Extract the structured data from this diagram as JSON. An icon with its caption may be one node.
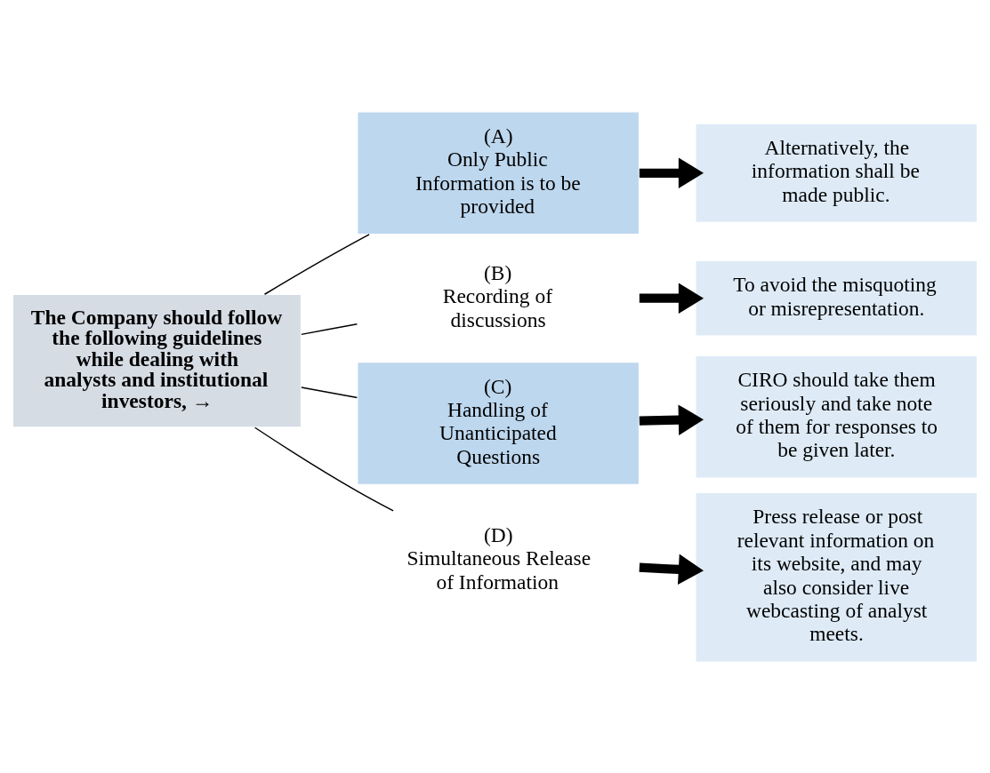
{
  "diagram": {
    "nodes": [
      {
        "text": [
          "The Company should follow the following guidelines while dealing with analysts and institutional investors, →"
        ]
      },
      {
        "text": [
          "(A)",
          "Only Public Information is to be provided"
        ]
      },
      {
        "text": [
          "(B)",
          "Recording of discussions"
        ]
      },
      {
        "text": [
          "(C)",
          "Handling of Unanticipated Questions"
        ]
      },
      {
        "text": [
          "(D)",
          "Simultaneous Release of Information"
        ]
      },
      {
        "text": [
          "Alternatively, the information shall be made public."
        ]
      },
      {
        "text": [
          "To avoid the misquoting or misrepresentation."
        ]
      },
      {
        "text": [
          "CIRO should take them seriously and take note of them for responses to be given later."
        ]
      },
      {
        "text": [
          "Press release or post relevant information on its website, and may also consider live webcasting of analyst meets."
        ]
      }
    ],
    "edges": [
      {
        "from": 0,
        "to": 1,
        "arrow": "none"
      },
      {
        "from": 0,
        "to": 2,
        "arrow": "none"
      },
      {
        "from": 0,
        "to": 3,
        "arrow": "none"
      },
      {
        "from": 0,
        "to": 4,
        "arrow": "none"
      },
      {
        "from": 1,
        "to": 5,
        "arrow": "to",
        "style": "thick"
      },
      {
        "from": 2,
        "to": 6,
        "arrow": "to",
        "style": "thick"
      },
      {
        "from": 3,
        "to": 7,
        "arrow": "to",
        "style": "thick"
      },
      {
        "from": 4,
        "to": 8,
        "arrow": "to",
        "style": "thick"
      }
    ]
  }
}
